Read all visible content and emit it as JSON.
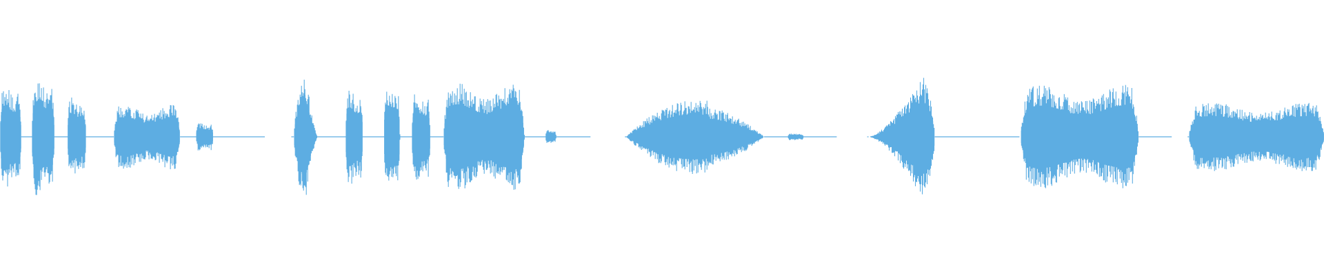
{
  "waveform": {
    "color": "#5dade2",
    "background": "#ffffff",
    "duration_fraction_visible": 1.0,
    "segments": [
      {
        "start": 0.0,
        "end": 0.016,
        "peak": 0.72,
        "shape": "burst"
      },
      {
        "start": 0.024,
        "end": 0.041,
        "peak": 0.82,
        "shape": "burst"
      },
      {
        "start": 0.051,
        "end": 0.065,
        "peak": 0.55,
        "shape": "burst"
      },
      {
        "start": 0.086,
        "end": 0.136,
        "peak": 0.45,
        "shape": "plateau"
      },
      {
        "start": 0.148,
        "end": 0.161,
        "peak": 0.2,
        "shape": "burst"
      },
      {
        "start": 0.222,
        "end": 0.24,
        "peak": 1.0,
        "shape": "spike"
      },
      {
        "start": 0.261,
        "end": 0.274,
        "peak": 0.68,
        "shape": "burst"
      },
      {
        "start": 0.29,
        "end": 0.302,
        "peak": 0.73,
        "shape": "burst"
      },
      {
        "start": 0.311,
        "end": 0.325,
        "peak": 0.6,
        "shape": "burst"
      },
      {
        "start": 0.335,
        "end": 0.396,
        "peak": 0.75,
        "shape": "plateau"
      },
      {
        "start": 0.412,
        "end": 0.42,
        "peak": 0.1,
        "shape": "burst"
      },
      {
        "start": 0.473,
        "end": 0.577,
        "peak": 0.52,
        "shape": "hump"
      },
      {
        "start": 0.595,
        "end": 0.607,
        "peak": 0.05,
        "shape": "burst"
      },
      {
        "start": 0.656,
        "end": 0.706,
        "peak": 0.86,
        "shape": "ramp"
      },
      {
        "start": 0.771,
        "end": 0.86,
        "peak": 0.72,
        "shape": "plateau"
      },
      {
        "start": 0.898,
        "end": 1.0,
        "peak": 0.48,
        "shape": "plateau"
      }
    ],
    "noise_floor": [
      {
        "start": 0.016,
        "end": 0.086
      },
      {
        "start": 0.136,
        "end": 0.2
      },
      {
        "start": 0.22,
        "end": 0.222
      },
      {
        "start": 0.24,
        "end": 0.335
      },
      {
        "start": 0.396,
        "end": 0.446
      },
      {
        "start": 0.472,
        "end": 0.473
      },
      {
        "start": 0.577,
        "end": 0.632
      },
      {
        "start": 0.655,
        "end": 0.656
      },
      {
        "start": 0.706,
        "end": 0.77
      },
      {
        "start": 0.86,
        "end": 0.885
      },
      {
        "start": 0.897,
        "end": 0.898
      }
    ]
  }
}
